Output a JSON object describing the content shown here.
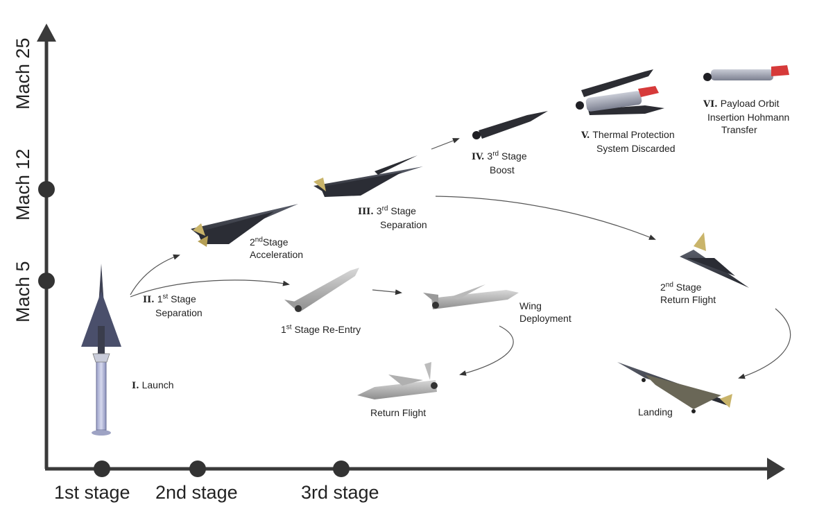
{
  "axes": {
    "y_labels": [
      "Mach 25",
      "Mach 12",
      "Mach 5"
    ],
    "x_labels": [
      "1st stage",
      "2nd stage",
      "3rd stage"
    ]
  },
  "steps": {
    "launch": {
      "numeral": "I.",
      "text": "Launch"
    },
    "first_sep": {
      "numeral": "II.",
      "pre": "1",
      "sup": "st",
      "line1": " Stage",
      "line2": "Separation"
    },
    "second_acc": {
      "pre": "2",
      "sup": "nd",
      "line1": "Stage",
      "line2": "Acceleration"
    },
    "third_sep": {
      "numeral": "III.",
      "pre": "3",
      "sup": "rd",
      "line1": " Stage",
      "line2": "Separation"
    },
    "third_boost": {
      "numeral": "IV.",
      "pre": "3",
      "sup": "rd",
      "line1": " Stage",
      "line2": "Boost"
    },
    "tps": {
      "numeral": "V.",
      "line1": "Thermal Protection",
      "line2": "System Discarded"
    },
    "payload": {
      "numeral": "VI.",
      "line1": "Payload Orbit",
      "line2": "Insertion Hohmann",
      "line3": "Transfer"
    },
    "reentry": {
      "pre": "1",
      "sup": "st",
      "line1": " Stage Re-Entry"
    },
    "wing": {
      "line1": "Wing",
      "line2": "Deployment"
    },
    "return_flight": {
      "text": "Return Flight"
    },
    "second_return": {
      "pre": "2",
      "sup": "nd",
      "line1": " Stage",
      "line2": "Return Flight"
    },
    "landing": {
      "text": "Landing"
    }
  }
}
